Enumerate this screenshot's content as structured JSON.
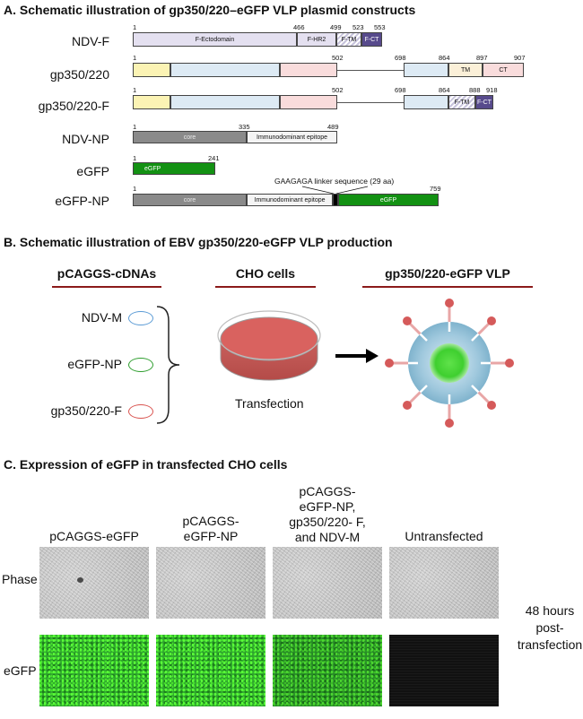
{
  "sectionA": {
    "title": "A. Schematic illustration of gp350/220–eGFP VLP plasmid constructs",
    "rows": {
      "ndvf": {
        "label": "NDV-F",
        "numbers": {
          "n1": "1",
          "n466": "466",
          "n499": "499",
          "n523": "523",
          "n553": "553"
        },
        "segments": {
          "ecto": "F-Ectodomain",
          "hr2": "F-HR2",
          "tm": "F-TM",
          "ct": "F-CT"
        }
      },
      "gp350": {
        "label": "gp350/220",
        "numbers": {
          "n1": "1",
          "n502": "502",
          "n698": "698",
          "n864": "864",
          "n897": "897",
          "n907": "907"
        },
        "segments": {
          "tm": "TM",
          "ct": "CT"
        }
      },
      "gp350f": {
        "label": "gp350/220-F",
        "numbers": {
          "n1": "1",
          "n502": "502",
          "n698": "698",
          "n864": "864",
          "n888": "888",
          "n918": "918"
        },
        "segments": {
          "tm": "F-TM",
          "ct": "F-CT"
        }
      },
      "ndvnp": {
        "label": "NDV-NP",
        "numbers": {
          "n1": "1",
          "n335": "335",
          "n489": "489"
        },
        "segments": {
          "core": "core",
          "epitope": "Immunodominant epitope"
        }
      },
      "egfp": {
        "label": "eGFP",
        "numbers": {
          "n1": "1",
          "n241": "241"
        },
        "segments": {
          "egfp": "eGFP"
        }
      },
      "egfpnp": {
        "label": "eGFP-NP",
        "numbers": {
          "n1": "1",
          "n759": "759"
        },
        "linker": "GAAGAGA linker sequence (29 aa)",
        "segments": {
          "core": "core",
          "epitope": "Immunodominant epitope",
          "egfp": "eGFP"
        }
      }
    }
  },
  "sectionB": {
    "title": "B. Schematic illustration of EBV gp350/220-eGFP VLP production",
    "headers": {
      "left": "pCAGGS-cDNAs",
      "middle": "CHO cells",
      "right": "gp350/220-eGFP VLP"
    },
    "plasmids": [
      {
        "label": "NDV-M",
        "color": "#5b9bd5"
      },
      {
        "label": "eGFP-NP",
        "color": "#2e9e2e"
      },
      {
        "label": "gp350/220-F",
        "color": "#d9534f"
      }
    ],
    "dish_caption": "Transfection"
  },
  "sectionC": {
    "title": "C. Expression of eGFP in transfected CHO cells",
    "columns": [
      {
        "l1": "pCAGGS-eGFP",
        "l2": "",
        "l3": ""
      },
      {
        "l1": "pCAGGS-",
        "l2": "eGFP-NP",
        "l3": ""
      },
      {
        "l1": "pCAGGS-",
        "l2": "eGFP-NP,",
        "l3": "gp350/220- F,",
        "l4": "and NDV-M"
      },
      {
        "l1": "Untransfected",
        "l2": "",
        "l3": ""
      }
    ],
    "rows": {
      "phase": "Phase",
      "egfp": "eGFP"
    },
    "side_note": {
      "l1": "48 hours",
      "l2": "post-",
      "l3": "transfection"
    }
  },
  "colors": {
    "yellow": "#fbf3b4",
    "blue": "#ddeaf4",
    "pink": "#f9dcdc",
    "lavender": "#e4e0f0",
    "purple": "#574a8c",
    "tan": "#fbf0d8",
    "core_gray": "#8a8a8a",
    "green": "#139113",
    "header_rule": "#8b1a1a"
  }
}
